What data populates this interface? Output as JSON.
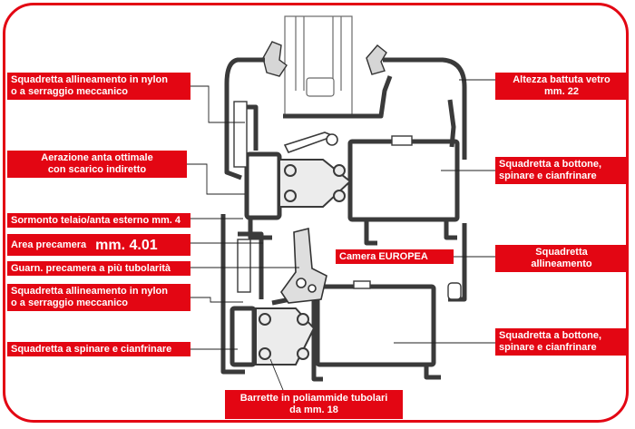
{
  "labels": {
    "squadretta_nylon_top": [
      "Squadretta  allineamento in nylon",
      "o a serraggio meccanico"
    ],
    "aerazione": [
      "Aerazione anta ottimale",
      "con scarico indiretto"
    ],
    "sormonto": "Sormonto telaio/anta esterno mm. 4",
    "area_precamera_label": "Area precamera",
    "area_precamera_value": "mm.  4.01",
    "guarnizione": "Guarn. precamera a più tubolarità",
    "squadretta_nylon_bottom": [
      "Squadretta  allineamento in nylon",
      "o a serraggio meccanico"
    ],
    "squadretta_spinare_left": "Squadretta a spinare e   cianfrinare",
    "altezza_battuta": [
      "Altezza  battuta vetro",
      "mm. 22"
    ],
    "squadretta_bottone_top": [
      "Squadretta a  bottone,",
      "spinare e   cianfrinare"
    ],
    "camera_europea": "Camera      EUROPEA",
    "squadretta_allineamento_right": [
      "Squadretta",
      "allineamento"
    ],
    "squadretta_bottone_bottom": [
      "Squadretta a  bottone,",
      "spinare e   cianfrinare"
    ],
    "barrette": [
      "Barrette in poliammide tubolari",
      "da mm. 18"
    ]
  },
  "colors": {
    "accent": "#e30613",
    "profile": "#3a3a3a",
    "insulator": "#ececec"
  }
}
